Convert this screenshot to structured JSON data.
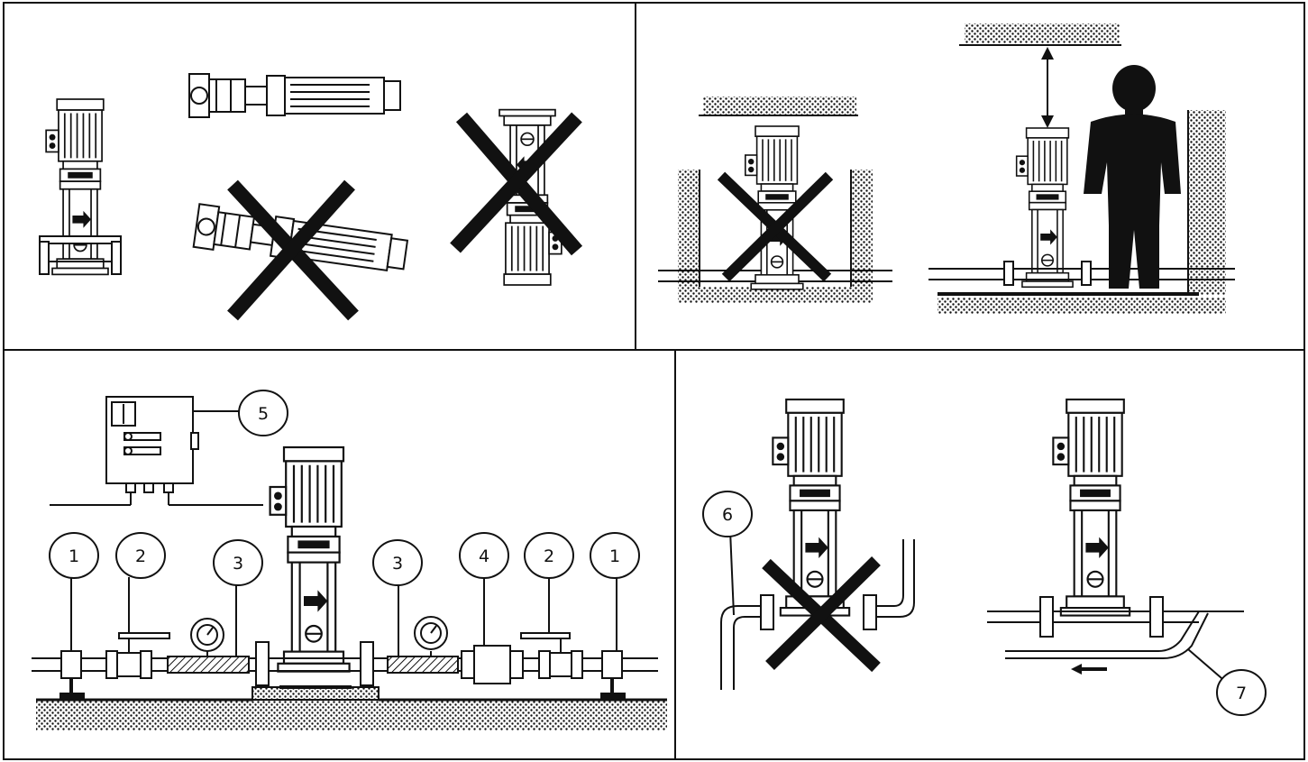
{
  "labels": {
    "n1_left": "1",
    "n2_left": "2",
    "n3_left": "3",
    "n3_right": "3",
    "n4": "4",
    "n2_right": "2",
    "n1_right": "1",
    "n5": "5",
    "n6": "6",
    "n7": "7"
  }
}
